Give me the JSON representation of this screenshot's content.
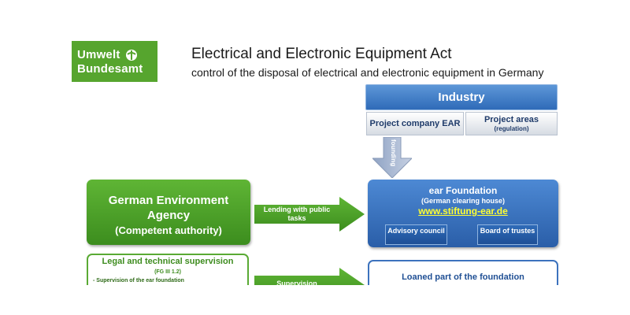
{
  "logo": {
    "line1": "Umwelt",
    "line2": "Bundesamt"
  },
  "header": {
    "title": "Electrical and Electronic Equipment Act",
    "subtitle": "control of the disposal of electrical and electronic equipment in Germany"
  },
  "industry": {
    "label": "Industry",
    "project_company": "Project company EAR",
    "project_areas": "Project areas",
    "project_areas_note": "(regulation)"
  },
  "founding_label": "founding",
  "agency": {
    "line1": "German Environment",
    "line2": "Agency",
    "line3": "(Competent authority)"
  },
  "lending_label": "Lending with public tasks",
  "foundation": {
    "title": "ear Foundation",
    "subtitle": "(German clearing house)",
    "link": "www.stiftung-ear.de",
    "advisory": "Advisory council",
    "board": "Board of trustes"
  },
  "legal": {
    "title": "Legal and technical supervision",
    "code": "(FG III 1.2)",
    "item1": "- Supervision of the ear foundation"
  },
  "supervision_label": "Supervision",
  "loaned": "Loaned part of the foundation",
  "colors": {
    "green": "#56a52e",
    "blue": "#2f6bb8",
    "link": "#ffff33"
  }
}
